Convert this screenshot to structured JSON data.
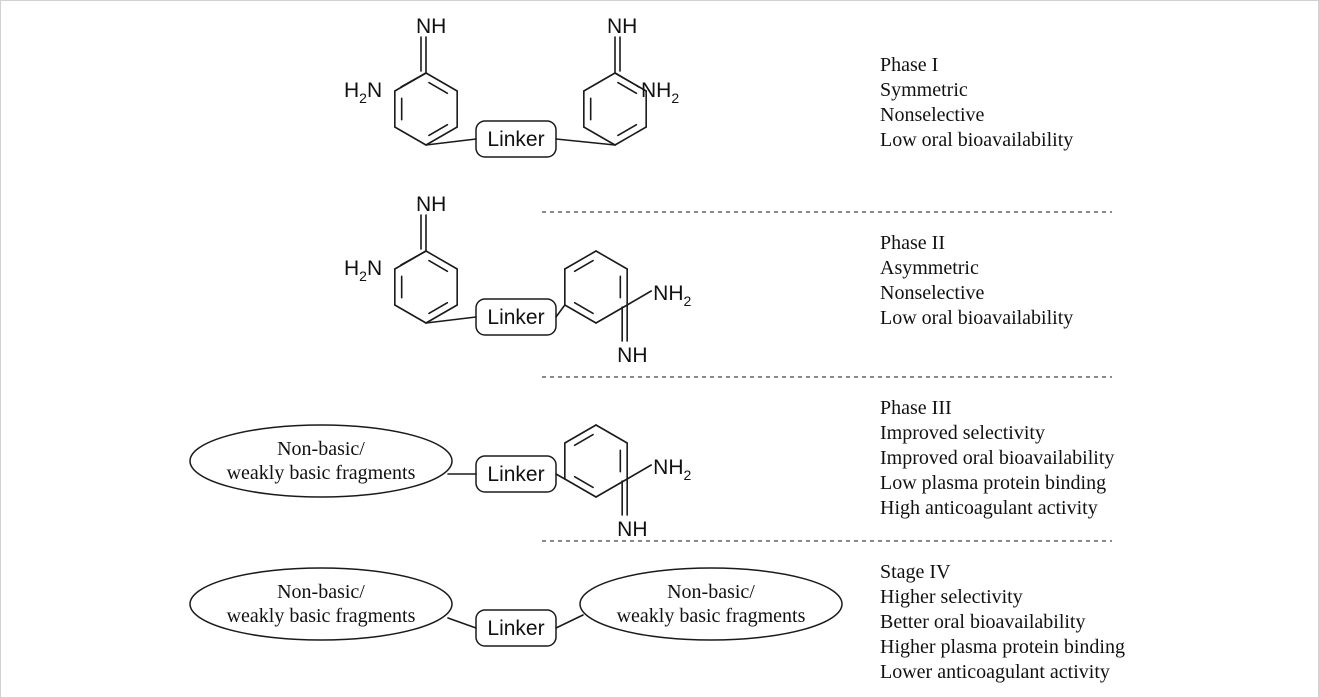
{
  "atoms": {
    "imine": "NH",
    "amine_h": "H",
    "amine_n": "N",
    "amine_sub": "2",
    "amine_nh": "NH"
  },
  "linker_label": "Linker",
  "fragment": {
    "line1": "Non-basic/",
    "line2": "weakly basic fragments"
  },
  "phases": [
    {
      "lines": [
        "Phase I",
        "Symmetric",
        "Nonselective",
        "Low oral bioavailability"
      ]
    },
    {
      "lines": [
        "Phase II",
        "Asymmetric",
        "Nonselective",
        "Low oral bioavailability"
      ]
    },
    {
      "lines": [
        "Phase III",
        "Improved selectivity",
        "Improved oral bioavailability",
        "Low plasma protein binding",
        "High anticoagulant activity"
      ]
    },
    {
      "lines": [
        "Stage IV",
        "Higher selectivity",
        "Better oral bioavailability",
        "Higher plasma protein binding",
        "Lower anticoagulant activity"
      ]
    }
  ]
}
